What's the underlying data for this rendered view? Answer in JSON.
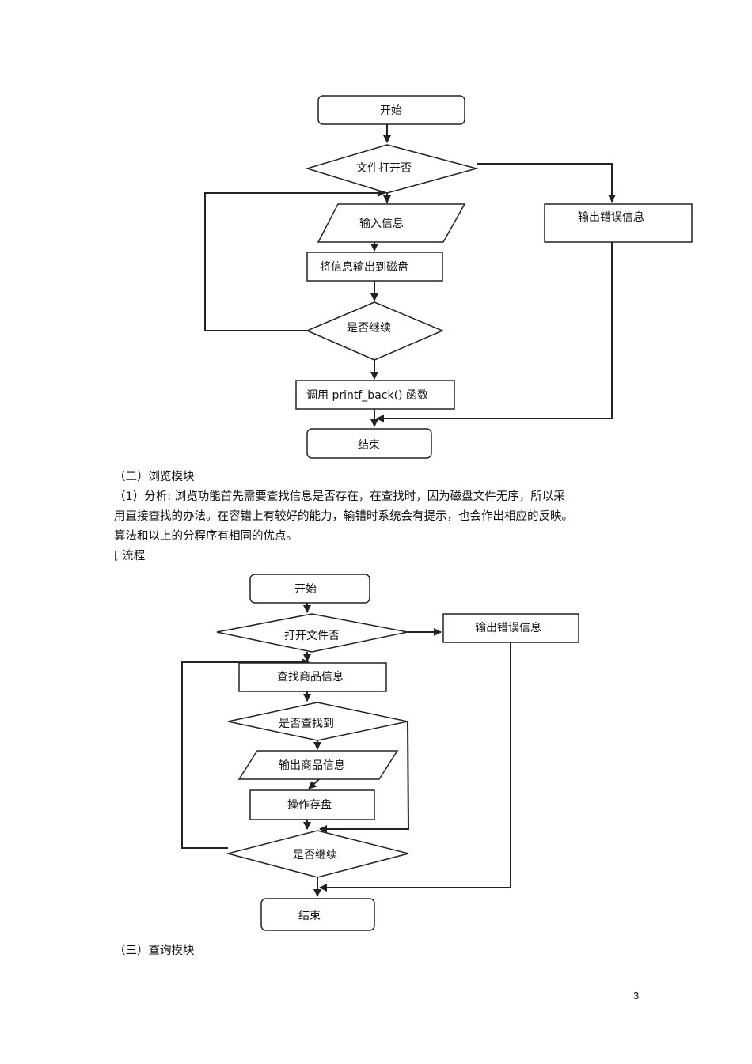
{
  "flowchart1": {
    "start": "开始",
    "file_open_check": "文件打开否",
    "output_error": "输出错误信息",
    "input_info": "输入信息",
    "save_to_disk": "将信息输出到磁盘",
    "continue_check": "是否继续",
    "call_func": "调用  printf_back()  函数",
    "end": "结束"
  },
  "section2": {
    "heading": "（二）浏览模块",
    "analysis_lines": [
      "（1）分析:   浏览功能首先需要查找信息是否存在，在查找时，因为磁盘文件无序，所以采",
      "用直接查找的办法。在容错上有较好的能力，输错时系统会有提示，也会作出相应的反映。",
      "算法和以上的分程序有相同的优点。"
    ],
    "flow_label": "[ 流程"
  },
  "flowchart2": {
    "start": "开始",
    "file_open_check": "打开文件否",
    "output_error": "输出错误信息",
    "search_goods": "查找商品信息",
    "found_check": "是否查找到",
    "output_goods": "输出商品信息",
    "save_op": "操作存盘",
    "continue_check": "是否继续",
    "end": "结束"
  },
  "section3": {
    "heading": "（三）查询模块"
  },
  "page_number": "3"
}
